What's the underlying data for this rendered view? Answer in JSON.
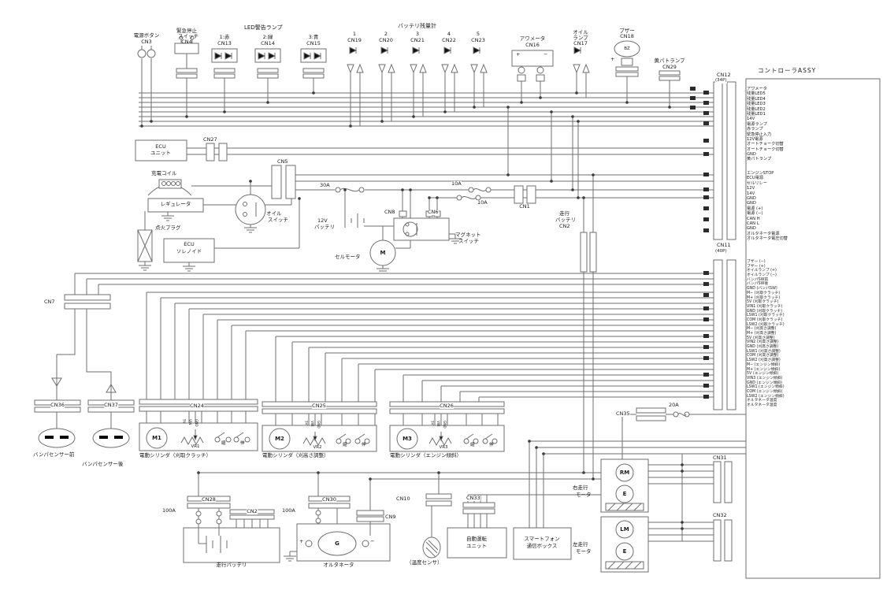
{
  "controller": {
    "title": "コントローラASSY",
    "cn12": {
      "name": "CN12",
      "pin_count": "(34P)",
      "pins_a": [
        "アワメータ",
        "残量LED5",
        "残量LED4",
        "残量LED3",
        "残量LED2",
        "残量LED1",
        "14V",
        "電源ランプ",
        "赤ランプ",
        "緊急停止入力",
        "12V電源",
        "オートチョーク切替",
        "オートチョーク切替",
        "GND",
        "黄パトランプ"
      ],
      "pins_b": [
        "エンジンSTOP",
        "ECU電源",
        "セルリレー",
        "12V",
        "14V",
        "GND",
        "GND",
        "電源 (+)",
        "電源 (−)",
        "CAN H",
        "CAN L",
        "GND",
        "オルタネータ電源",
        "オルタネータ電圧切替"
      ]
    },
    "cn11": {
      "name": "CN11",
      "pin_count": "(40P)",
      "pins": [
        "ブザー (−)",
        "ブザー (+)",
        "オイルランプ (+)",
        "オイルランプ (−)",
        "バンパSW前",
        "バンパSW後",
        "GND (バンパSW)",
        "M− (刈取クラッチ)",
        "M+ (刈取クラッチ)",
        "5V (刈取クラッチ)",
        "VIN1 (刈取クラッチ)",
        "GND (刈取クラッチ)",
        "LSW1 (刈取クラッチ)",
        "COM (刈取クラッチ)",
        "LSW2 (刈取クラッチ)",
        "M− (刈高さ調整)",
        "M+ (刈高さ調整)",
        "5V (刈高さ調整)",
        "VIN2 (刈高さ調整)",
        "GND (刈高さ調整)",
        "LSW1 (刈高さ調整)",
        "COM (刈高さ調整)",
        "LSW2 (刈高さ調整)",
        "M− (エンジン傾斜)",
        "M+ (エンジン傾斜)",
        "5V (エンジン傾斜)",
        "VIN3 (エンジン傾斜)",
        "GND (エンジン傾斜)",
        "LSW1 (エンジン傾斜)",
        "COM (エンジン傾斜)",
        "LSW2 (エンジン傾斜)",
        "オルタネータ温度",
        "オルタネータ温度"
      ]
    }
  },
  "top": {
    "power_button": {
      "name": "電源ボタン",
      "cn": "CN3"
    },
    "estop": {
      "name1": "緊急停止",
      "name2": "スイッチ",
      "cn": "CN4"
    },
    "led_group": {
      "title": "LED警告ランプ",
      "items": [
        {
          "label": "1:赤",
          "cn": "CN13"
        },
        {
          "label": "2:緑",
          "cn": "CN14"
        },
        {
          "label": "3:青",
          "cn": "CN15"
        }
      ]
    },
    "gauge": {
      "title": "バッテリ残量計",
      "items": [
        {
          "label": "1",
          "cn": "CN19"
        },
        {
          "label": "2",
          "cn": "CN20"
        },
        {
          "label": "3",
          "cn": "CN21"
        },
        {
          "label": "4",
          "cn": "CN22"
        },
        {
          "label": "5",
          "cn": "CN23"
        }
      ]
    },
    "hour_meter": {
      "name": "アワメータ",
      "cn": "CN16",
      "plus": "+",
      "minus": "−"
    },
    "oil_lamp": {
      "name1": "オイル",
      "name2": "ランプ",
      "cn": "CN17"
    },
    "buzzer": {
      "name": "ブザー",
      "cn": "CN18",
      "symbol": "BZ",
      "plus": "+"
    },
    "patrol_lamp": {
      "name": "黄パトランプ",
      "cn": "CN29"
    }
  },
  "engine": {
    "ecu": {
      "l1": "ECU",
      "l2": "ユニット",
      "cn": "CN27"
    },
    "charge_coil": "充電コイル",
    "regulator": "レギュレータ",
    "spark_plug": "点火プラグ",
    "ecu_solenoid": {
      "l1": "ECU",
      "l2": "ソレノイド"
    },
    "cn5": "CN5",
    "fuse30": "30A",
    "oil_switch": {
      "l1": "オイル",
      "l2": "スイッチ"
    }
  },
  "power": {
    "battery12": {
      "l1": "12V",
      "l2": "バッテリ"
    },
    "starter": {
      "name": "セルモータ",
      "symbol": "M"
    },
    "cn8": "CN8",
    "cn6": "CN6",
    "magnet_switch": {
      "l1": "マグネット",
      "l2": "スイッチ"
    },
    "fuse10a": "10A",
    "fuse10b": "10A",
    "cn1": "CN1",
    "travel_batt_conn": {
      "l1": "走行",
      "l2": "バッテリ",
      "cn": "CN2"
    }
  },
  "sensors": {
    "cn7": "CN7",
    "front": {
      "cn": "CN36",
      "label": "バンパセンサー前"
    },
    "rear": {
      "cn": "CN37",
      "label": "バンパセンサー後"
    }
  },
  "cylinders": {
    "pot_pins": [
      "5V",
      "VIN",
      "GND"
    ],
    "c1": {
      "cn": "CN24",
      "motor": "M1",
      "vr": "VR1",
      "sw1": "縮",
      "sw2": "伸",
      "label": "電動シリンダ（刈取クラッチ）"
    },
    "c2": {
      "cn": "CN25",
      "motor": "M2",
      "vr": "VR2",
      "sw1": "縮",
      "sw2": "伸",
      "label": "電動シリンダ（刈高さ調整）"
    },
    "c3": {
      "cn": "CN26",
      "motor": "M3",
      "vr": "VR3",
      "sw1": "縮",
      "sw2": "伸",
      "label": "電動シリンダ（エンジン傾斜）"
    }
  },
  "bottom": {
    "cn35": {
      "cn": "CN35",
      "fuse": "20A"
    },
    "travel_battery": {
      "cn": "CN28",
      "fuse": "100A",
      "cn2": "CN2",
      "label": "走行バッテリ"
    },
    "alternator": {
      "cn": "CN30",
      "fuse": "100A",
      "symbol": "G",
      "label": "オルタネータ",
      "plus": "+",
      "minus": "−"
    },
    "cn9": "CN9",
    "cn10": "CN10",
    "temp_sensor": "（温度センサ）",
    "auto_unit": {
      "cn": "CN33",
      "l1": "自動運転",
      "l2": "ユニット"
    },
    "phone_box": {
      "l1": "スマートフォン",
      "l2": "通信ボックス"
    }
  },
  "motors": {
    "right": {
      "l1": "右走行",
      "l2": "モータ",
      "m": "RM",
      "e": "E",
      "cn": "CN31"
    },
    "left": {
      "l1": "左走行",
      "l2": "モータ",
      "m": "LM",
      "e": "E",
      "cn": "CN32"
    }
  }
}
